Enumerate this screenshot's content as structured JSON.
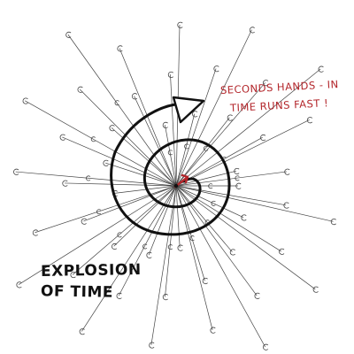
{
  "annotation": {
    "line1": "SECONDS HANDS - IN",
    "line2": "TIME RUNS FAST !",
    "color": "#b3262b"
  },
  "title": {
    "line1": "EXPLOSION",
    "line2": "OF TIME"
  },
  "sketch": {
    "ink_color": "#111111",
    "accent_color": "#b3262b",
    "icons": [
      "radiating-lines",
      "clock-face-icons",
      "spiral-arrow",
      "center-hand"
    ]
  }
}
